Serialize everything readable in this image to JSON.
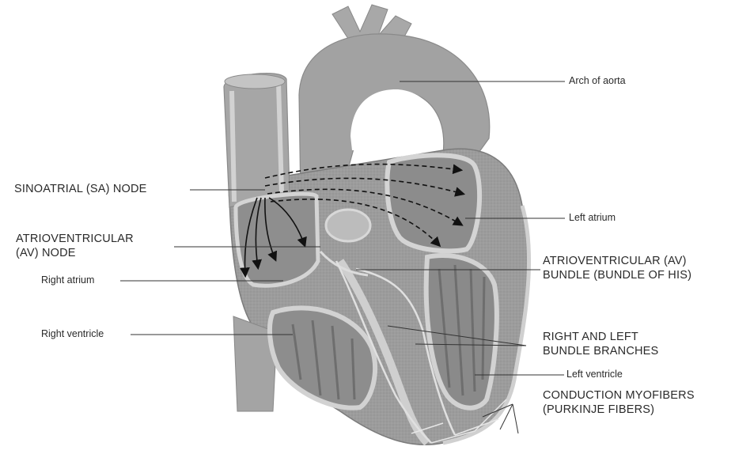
{
  "labels": {
    "arch_of_aorta": "Arch of aorta",
    "sa_node": "SINOATRIAL (SA) NODE",
    "left_atrium": "Left atrium",
    "av_node_line1": "ATRIOVENTRICULAR",
    "av_node_line2": "(AV) NODE",
    "right_atrium": "Right atrium",
    "av_bundle_line1": "ATRIOVENTRICULAR (AV)",
    "av_bundle_line2": "BUNDLE (BUNDLE OF HIS)",
    "right_ventricle": "Right ventricle",
    "bundle_branches_line1": "RIGHT AND LEFT",
    "bundle_branches_line2": "BUNDLE BRANCHES",
    "left_ventricle": "Left ventricle",
    "purkinje_line1": "CONDUCTION MYOFIBERS",
    "purkinje_line2": "(PURKINJE FIBERS)"
  },
  "colors": {
    "heart_fill": "#9a9a9a",
    "heart_dark": "#7a7a7a",
    "heart_light": "#c4c4c4",
    "wall_light": "#d6d6d6",
    "line": "#333333",
    "text": "#2a2a2a"
  }
}
